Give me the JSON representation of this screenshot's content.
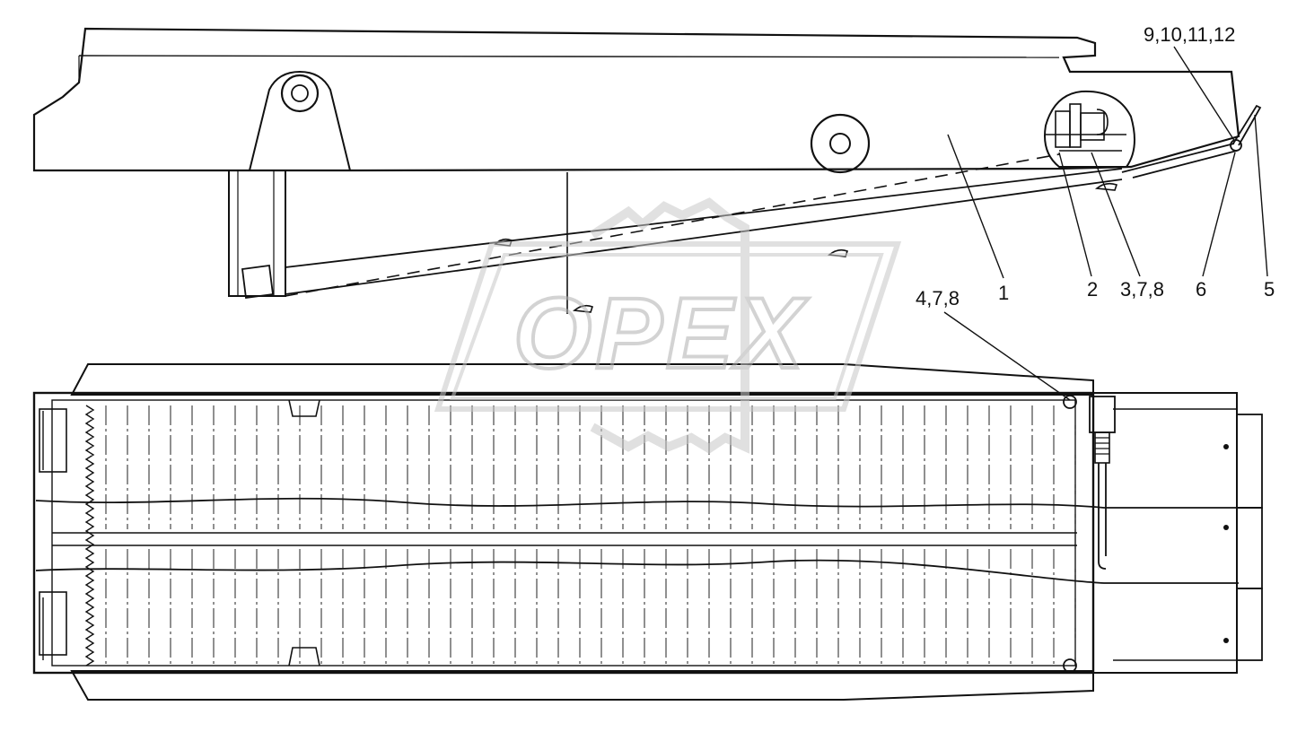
{
  "watermark": {
    "text": "OPEX"
  },
  "callouts": {
    "c1": "1",
    "c2": "2",
    "c3": "3,7,8",
    "c4": "4,7,8",
    "c5": "5",
    "c6": "6",
    "c9": "9,10,11,12"
  },
  "colors": {
    "line": "#111111",
    "body_fill": "#f4f4f4",
    "watermark": "#c8c8c8"
  }
}
